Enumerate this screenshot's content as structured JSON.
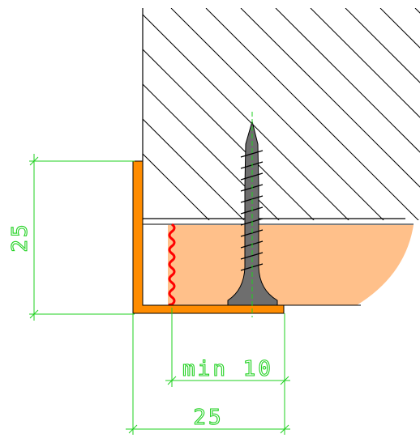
{
  "drawing": {
    "colors": {
      "dimension": "#1fd11f",
      "profile": "#ff8c00",
      "board": "#ffc08a",
      "wavy_edge": "#ff0000",
      "screw": "#6e6e6e",
      "hatch": "#000000"
    },
    "dimensions": {
      "profile_height": "25",
      "min_screw_distance": "min 10",
      "profile_width": "25"
    }
  }
}
